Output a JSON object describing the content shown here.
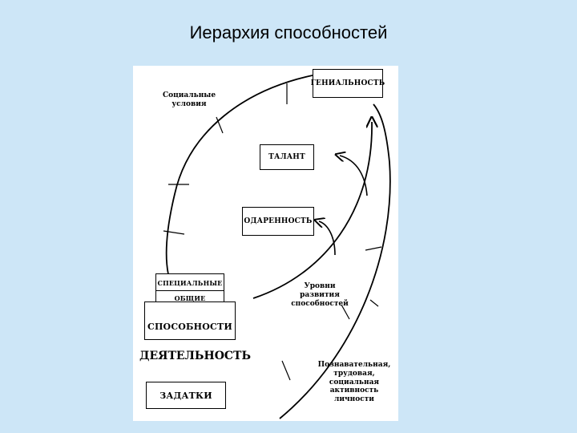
{
  "slide": {
    "title": "Иерархия способностей"
  },
  "diagram": {
    "boxes": {
      "genius": "ГЕНИАЛЬНОСТЬ",
      "talent": "ТАЛАНТ",
      "giftedness": "ОДАРЕННОСТЬ",
      "special": "СПЕЦИАЛЬНЫЕ",
      "general": "ОБЩИЕ",
      "abilities": "СПОСОБНОСТИ",
      "inclinations": "ЗАДАТКИ"
    },
    "labels": {
      "social_conditions": [
        "Социальные",
        "условия"
      ],
      "activity": "ДЕЯТЕЛЬНОСТЬ",
      "levels": [
        "Уровни",
        "развития",
        "способностей"
      ],
      "personal_activity": [
        "Познавательная,",
        "трудовая,",
        "социальная",
        "активность",
        "личности"
      ]
    }
  }
}
